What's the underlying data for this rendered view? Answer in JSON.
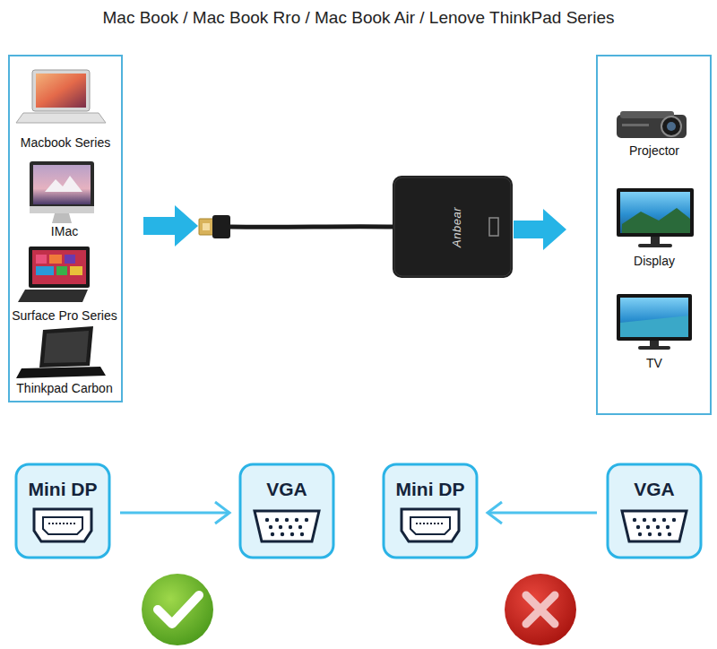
{
  "diagram": {
    "title": "Mac Book / Mac Book Rro / Mac Book Air / Lenove ThinkPad Series",
    "nodes": [
      {
        "text": [
          "Mini DP"
        ]
      },
      {
        "text": [
          "VGA"
        ]
      },
      {
        "text": [
          "Mini DP"
        ]
      },
      {
        "text": [
          "VGA"
        ]
      }
    ],
    "edges": [
      {
        "from": 0,
        "to": 1,
        "arrow": "to"
      },
      {
        "from": 3,
        "to": 2,
        "arrow": "to"
      }
    ],
    "labels": [
      "Macbook Series",
      "IMac",
      "Surface Pro Series",
      "Thinkpad Carbon",
      "Anbear",
      "Projector",
      "Display",
      "TV"
    ]
  }
}
